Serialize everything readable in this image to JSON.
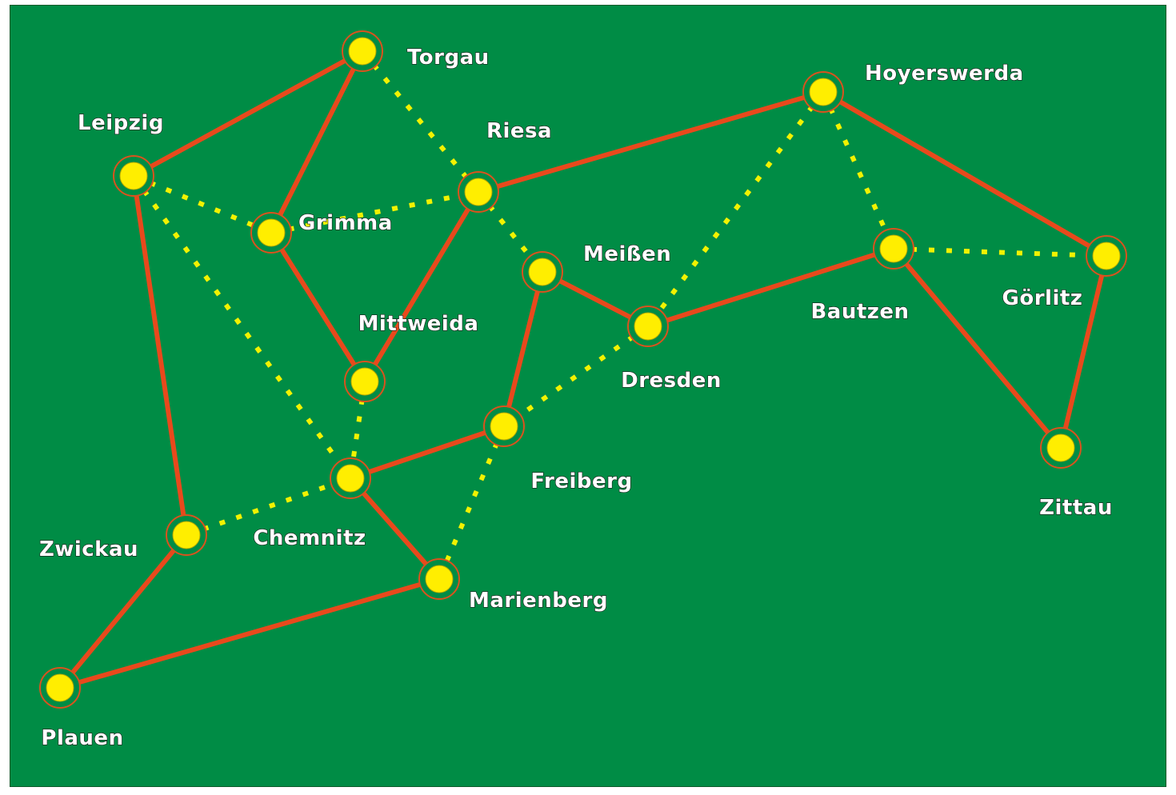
{
  "colors": {
    "background": "#008c45",
    "solid_edge": "#e8491c",
    "dotted_edge": "#f2f200",
    "node_fill": "#ffee00",
    "node_ring": "#d9531e",
    "label": "#ffffff"
  },
  "nodes": [
    {
      "id": "torgau",
      "label": "Torgau"
    },
    {
      "id": "leipzig",
      "label": "Leipzig"
    },
    {
      "id": "riesa",
      "label": "Riesa"
    },
    {
      "id": "hoyerswerda",
      "label": "Hoyerswerda"
    },
    {
      "id": "grimma",
      "label": "Grimma"
    },
    {
      "id": "meissen",
      "label": "Meißen"
    },
    {
      "id": "bautzen",
      "label": "Bautzen"
    },
    {
      "id": "goerlitz",
      "label": "Görlitz"
    },
    {
      "id": "mittweida",
      "label": "Mittweida"
    },
    {
      "id": "dresden",
      "label": "Dresden"
    },
    {
      "id": "freiberg",
      "label": "Freiberg"
    },
    {
      "id": "zittau",
      "label": "Zittau"
    },
    {
      "id": "chemnitz",
      "label": "Chemnitz"
    },
    {
      "id": "zwickau",
      "label": "Zwickau"
    },
    {
      "id": "marienberg",
      "label": "Marienberg"
    },
    {
      "id": "plauen",
      "label": "Plauen"
    }
  ],
  "edges": [
    {
      "from": "leipzig",
      "to": "torgau",
      "style": "solid"
    },
    {
      "from": "torgau",
      "to": "grimma",
      "style": "solid"
    },
    {
      "from": "leipzig",
      "to": "zwickau",
      "style": "solid"
    },
    {
      "from": "zwickau",
      "to": "plauen",
      "style": "solid"
    },
    {
      "from": "plauen",
      "to": "marienberg",
      "style": "solid"
    },
    {
      "from": "marienberg",
      "to": "chemnitz",
      "style": "solid"
    },
    {
      "from": "chemnitz",
      "to": "freiberg",
      "style": "solid"
    },
    {
      "from": "freiberg",
      "to": "meissen",
      "style": "solid"
    },
    {
      "from": "meissen",
      "to": "dresden",
      "style": "solid"
    },
    {
      "from": "dresden",
      "to": "bautzen",
      "style": "solid"
    },
    {
      "from": "bautzen",
      "to": "zittau",
      "style": "solid"
    },
    {
      "from": "zittau",
      "to": "goerlitz",
      "style": "solid"
    },
    {
      "from": "goerlitz",
      "to": "hoyerswerda",
      "style": "solid"
    },
    {
      "from": "hoyerswerda",
      "to": "riesa",
      "style": "solid"
    },
    {
      "from": "riesa",
      "to": "mittweida",
      "style": "solid"
    },
    {
      "from": "mittweida",
      "to": "grimma",
      "style": "solid"
    },
    {
      "from": "torgau",
      "to": "riesa",
      "style": "dotted"
    },
    {
      "from": "leipzig",
      "to": "grimma",
      "style": "dotted"
    },
    {
      "from": "grimma",
      "to": "riesa",
      "style": "dotted"
    },
    {
      "from": "leipzig",
      "to": "chemnitz",
      "style": "dotted"
    },
    {
      "from": "riesa",
      "to": "meissen",
      "style": "dotted"
    },
    {
      "from": "hoyerswerda",
      "to": "dresden",
      "style": "dotted"
    },
    {
      "from": "hoyerswerda",
      "to": "bautzen",
      "style": "dotted"
    },
    {
      "from": "bautzen",
      "to": "goerlitz",
      "style": "dotted"
    },
    {
      "from": "mittweida",
      "to": "chemnitz",
      "style": "dotted"
    },
    {
      "from": "dresden",
      "to": "freiberg",
      "style": "dotted"
    },
    {
      "from": "freiberg",
      "to": "marienberg",
      "style": "dotted"
    },
    {
      "from": "zwickau",
      "to": "chemnitz",
      "style": "dotted"
    }
  ]
}
